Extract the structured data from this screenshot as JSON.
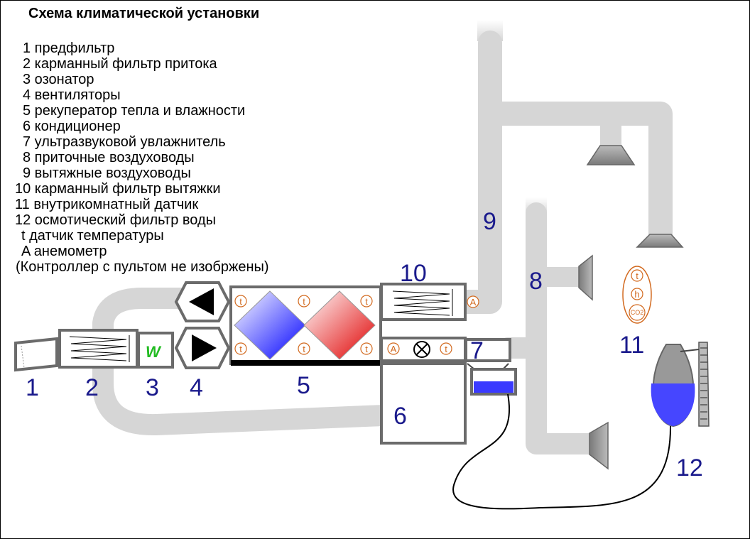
{
  "title": "Схема климатической установки",
  "legend": [
    " 1 предфильтр",
    " 2 карманный фильтр притока",
    " 3 озонатор",
    " 4 вентиляторы",
    " 5 рекуператор тепла и влажности",
    " 6 кондиционер",
    " 7 ультразвуковой увлажнитель",
    " 8 приточные  воздуховоды",
    " 9 вытяжные воздуховоды",
    "10 карманный фильтр вытяжки",
    "11 внутрикомнатный датчик",
    "12 осмотический фильтр воды",
    "  t  датчик температуры",
    " A  анемометр",
    "(Контроллер с пультом не изобржены)"
  ],
  "component_numbers": {
    "n1": "1",
    "n2": "2",
    "n3": "3",
    "n4": "4",
    "n5": "5",
    "n6": "6",
    "n7": "7",
    "n8": "8",
    "n9": "9",
    "n10": "10",
    "n11": "11",
    "n12": "12"
  },
  "sensors": {
    "temperature": "t",
    "anemometer": "A",
    "humidity": "h",
    "co2": "CO2"
  },
  "ozonator_symbol": "W",
  "colors": {
    "duct": "#d6d6d6",
    "box_border": "#6b6b6b",
    "number": "#1a1a8c",
    "sensor": "#d2691e",
    "water": "#3a3aff",
    "ozone": "#22bb22"
  }
}
